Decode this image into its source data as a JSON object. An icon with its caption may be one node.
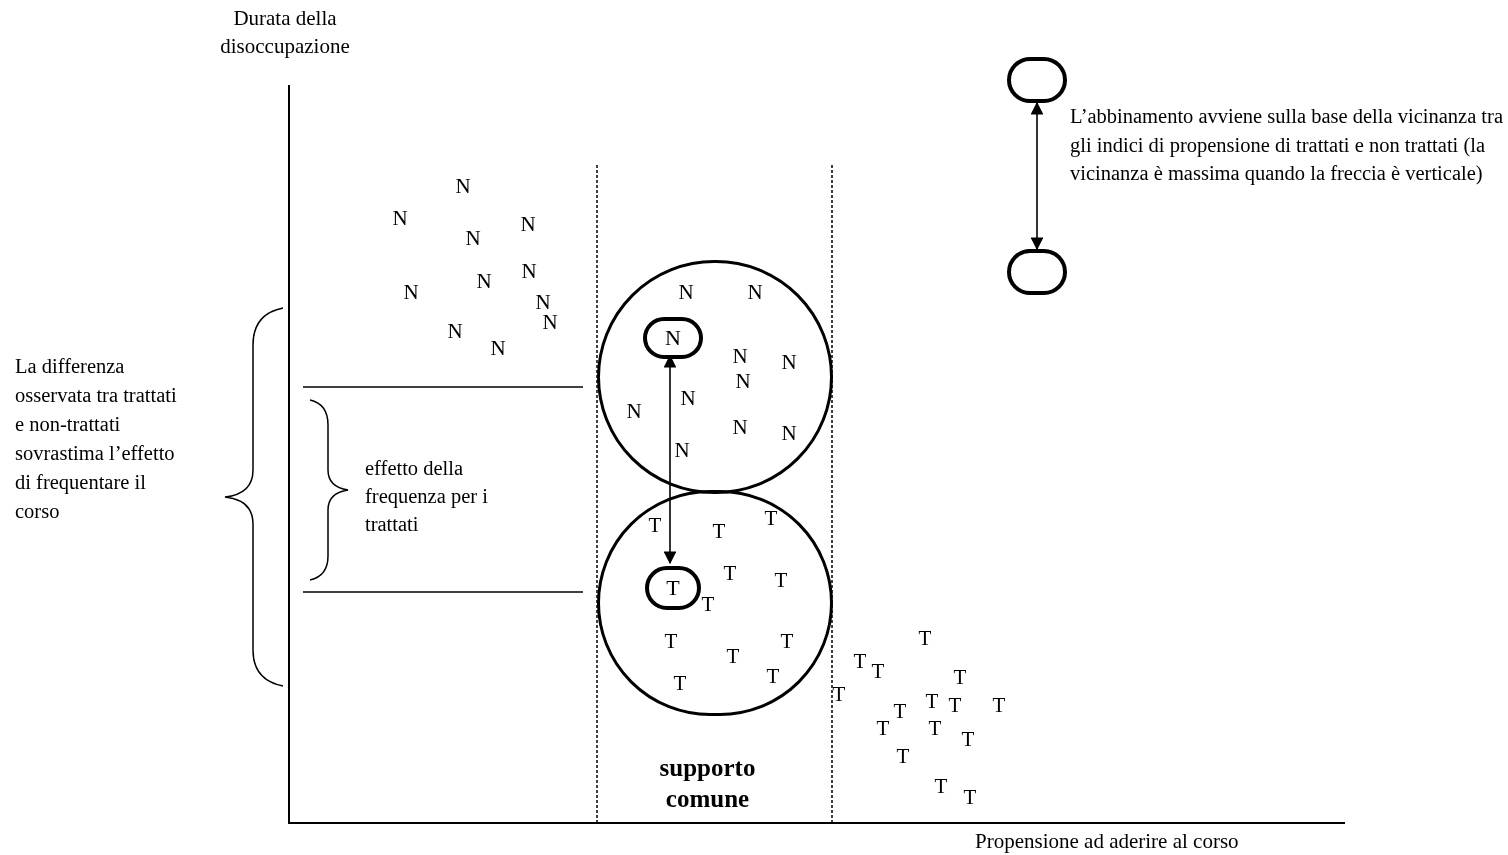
{
  "diagram": {
    "nodes": [
      {
        "text": [],
        "shape": "circle"
      },
      {
        "text": [
          "N"
        ],
        "in": 0
      },
      {
        "text": [],
        "shape": "circle"
      },
      {
        "text": [
          "T"
        ],
        "in": 2
      },
      {
        "text": [],
        "shape": "circle"
      },
      {
        "text": [],
        "shape": "circle"
      }
    ],
    "edges": [
      {
        "from": 1,
        "to": 3,
        "arrow": "both"
      },
      {
        "from": 4,
        "to": 5,
        "arrow": "both"
      }
    ],
    "labels": [
      "Durata della disoccupazione",
      "L’abbinamento avviene sulla base della vicinanza tra gli indici di propensione di trattati e non trattati (la vicinanza è massima quando la freccia è verticale)",
      "N",
      "N",
      "N",
      "N",
      "N",
      "N",
      "N",
      "N",
      "N",
      "N",
      "N",
      "N",
      "N",
      "N",
      "N",
      "N",
      "N",
      "N",
      "N",
      "N",
      "N",
      "La differenza osservata tra trattati e non-trattati sovrastima l’effetto di frequentare il corso",
      "effetto della frequenza per i trattati",
      "T",
      "T",
      "T",
      "T",
      "T",
      "T",
      "T",
      "T",
      "T",
      "T",
      "T",
      "T",
      "T",
      "T",
      "T",
      "T",
      "T",
      "T",
      "T",
      "T",
      "T",
      "T",
      "T",
      "T",
      "T",
      "T",
      "supporto comune",
      "Propensione ad aderire al corso"
    ]
  }
}
